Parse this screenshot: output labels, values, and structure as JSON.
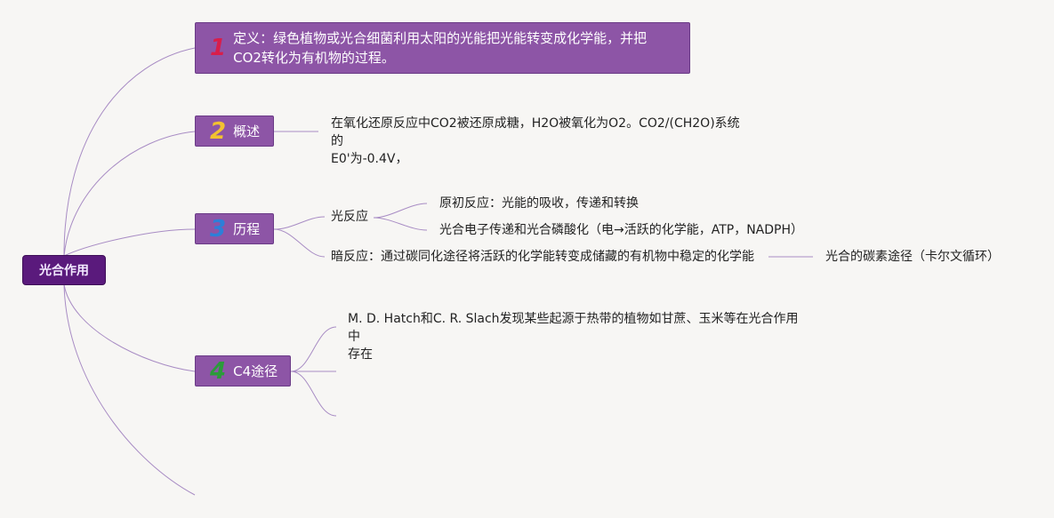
{
  "root": {
    "label": "光合作用"
  },
  "topics": [
    {
      "number": "1",
      "number_color": "#d81e4b",
      "label_line1": "定义：绿色植物或光合细菌利用太阳的光能把光能转变成化学能，并把",
      "label_line2": "CO2转化为有机物的过程。"
    },
    {
      "number": "2",
      "number_color": "#f2c230",
      "label": "概述"
    },
    {
      "number": "3",
      "number_color": "#2d7fd8",
      "label": "历程"
    },
    {
      "number": "4",
      "number_color": "#2b9b3a",
      "label": "C4途径"
    }
  ],
  "overview": {
    "line1": "在氧化还原反应中CO2被还原成糖，H2O被氧化为O2。CO2/(CH2O)系统的",
    "line2": "E0'为-0.4V，"
  },
  "process": {
    "light_reaction": "光反应",
    "light_children": [
      "原初反应：光能的吸收，传递和转换",
      "光合电子传递和光合磷酸化（电→活跃的化学能，ATP，NADPH）"
    ],
    "dark_reaction": "暗反应：通过碳同化途径将活跃的化学能转变成储藏的有机物中稳定的化学能",
    "dark_child": "光合的碳素途径（卡尔文循环）"
  },
  "c4": {
    "line1": "M. D. Hatch和C. R. Slach发现某些起源于热带的植物如甘蔗、玉米等在光合作用中",
    "line2": "存在"
  },
  "colors": {
    "line": "#a88cc4",
    "topic_fill": "#8d55a6",
    "root_fill": "#5a1a7c"
  }
}
